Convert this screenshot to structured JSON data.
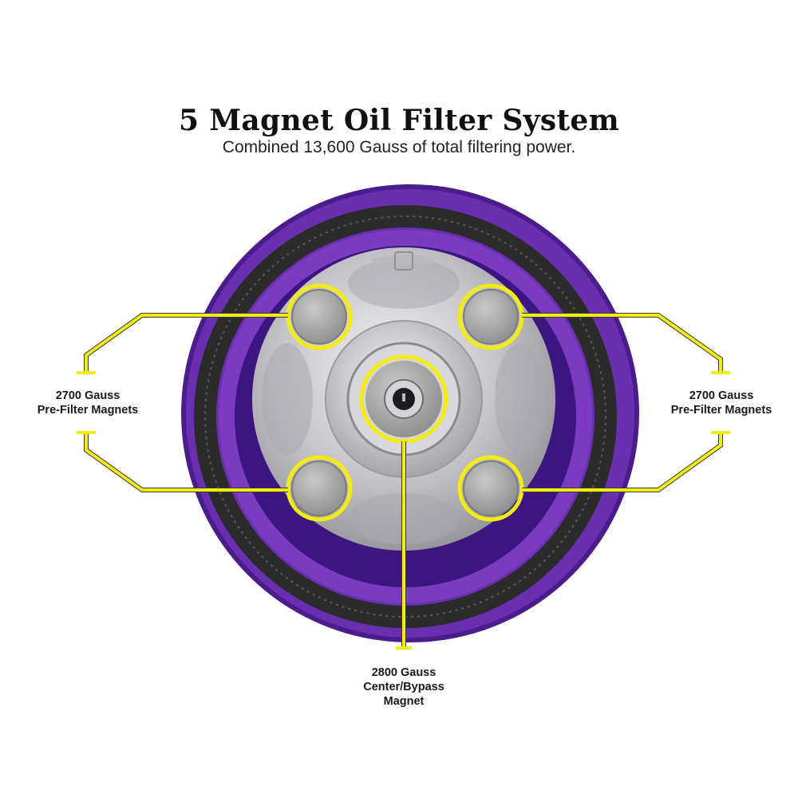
{
  "title": "5 Magnet Oil Filter System",
  "subtitle": "Combined 13,600 Gauss of total filtering power.",
  "colors": {
    "purple": "#6a2fb0",
    "purple_dark": "#3c1580",
    "gasket": "#2b2b2b",
    "aluminum": "#c9c9cc",
    "callout": "#f2ec12"
  },
  "callouts": {
    "left": {
      "line1": "2700 Gauss",
      "line2": "Pre-Filter Magnets"
    },
    "right": {
      "line1": "2700 Gauss",
      "line2": "Pre-Filter Magnets"
    },
    "bottom": {
      "line1": "2800 Gauss",
      "line2": "Center/Bypass",
      "line3": "Magnet"
    }
  }
}
